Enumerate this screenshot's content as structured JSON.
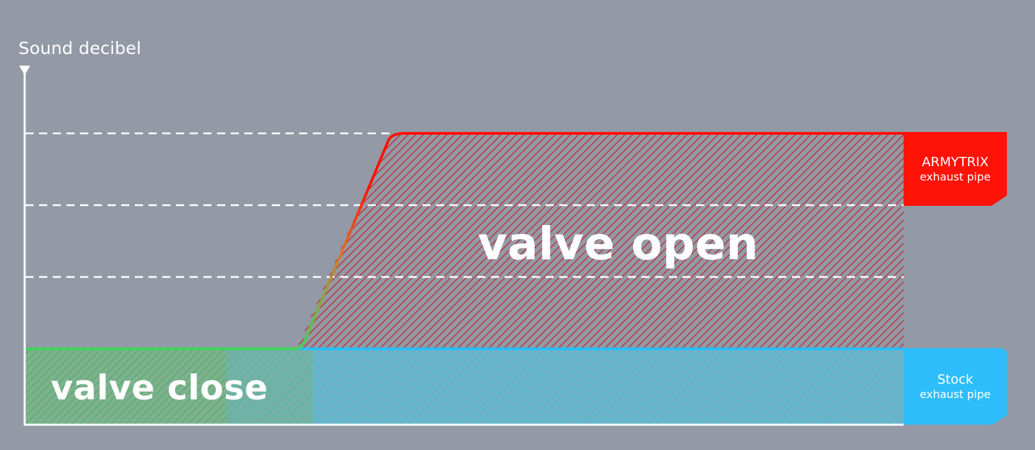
{
  "y_axis_label": "Sound decibel",
  "regions": {
    "open_label": "valve open",
    "close_label": "valve close"
  },
  "legend": {
    "armytrix_name": "ARMYTRIX",
    "armytrix_sub": "exhaust pipe",
    "stock_name": "Stock",
    "stock_sub": "exhaust pipe"
  },
  "colors": {
    "background": "#939aa6",
    "armytrix": "#ff1208",
    "stock": "#2dbdfb",
    "valve_close_line": "#3fd45a",
    "hatch_open": "#b03a40",
    "hatch_stock": "#38b8d8",
    "hatch_close": "#4caa5a",
    "axis": "#ffffff"
  },
  "chart_data": {
    "type": "area",
    "ylabel": "Sound decibel",
    "xlabel": "",
    "grid": "dashed horizontal",
    "series": [
      {
        "name": "ARMYTRIX exhaust pipe",
        "shape": "low level, then rises steeply to high level when valve opens"
      },
      {
        "name": "Stock exhaust pipe",
        "shape": "constant low level"
      }
    ]
  }
}
